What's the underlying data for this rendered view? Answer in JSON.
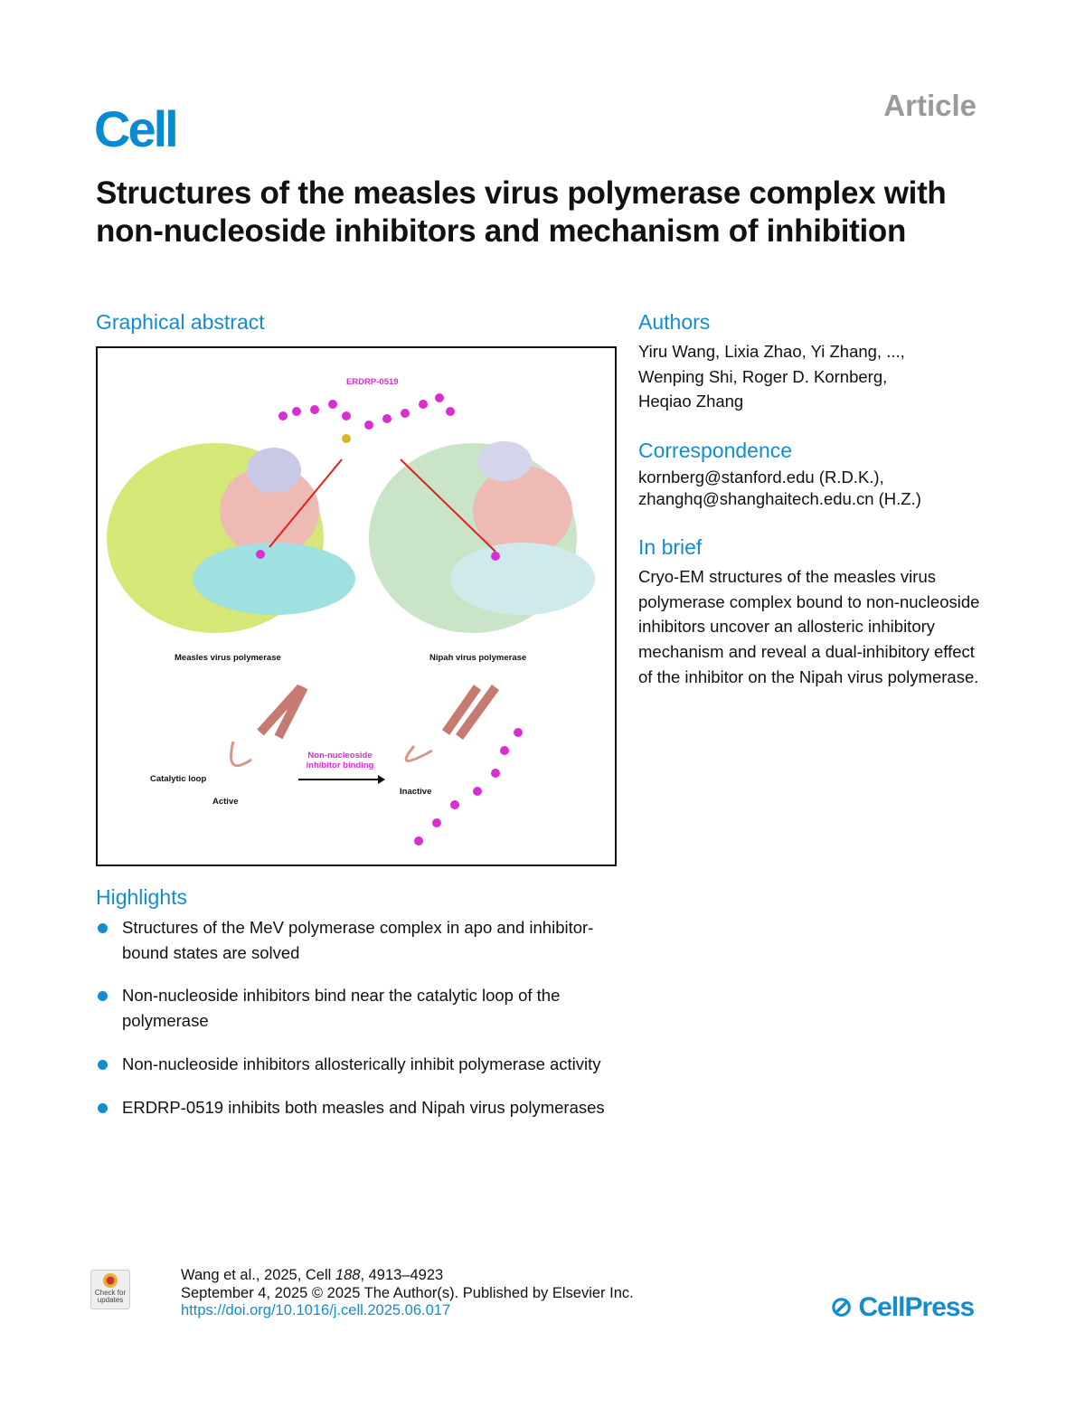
{
  "journal": "Cell",
  "article_type": "Article",
  "title": "Structures of the measles virus polymerase complex with non-nucleoside inhibitors and mechanism of inhibition",
  "graphical_abstract": {
    "heading": "Graphical abstract",
    "compound": "ERDRP-0519",
    "left_label": "Measles virus polymerase",
    "right_label": "Nipah virus polymerase",
    "loop_label": "Catalytic loop",
    "active": "Active",
    "inactive": "Inactive",
    "arrow_label_1": "Non-nucleoside",
    "arrow_label_2": "inhibitor binding"
  },
  "authors": {
    "heading": "Authors",
    "lines": [
      "Yiru Wang, Lixia Zhao, Yi Zhang, ...,",
      "Wenping Shi, Roger D. Kornberg,",
      "Heqiao Zhang"
    ]
  },
  "correspondence": {
    "heading": "Correspondence",
    "lines": [
      "kornberg@stanford.edu (R.D.K.),",
      "zhanghq@shanghaitech.edu.cn (H.Z.)"
    ]
  },
  "in_brief": {
    "heading": "In brief",
    "text": "Cryo-EM structures of the measles virus polymerase complex bound to non-nucleoside inhibitors uncover an allosteric inhibitory mechanism and reveal a dual-inhibitory effect of the inhibitor on the Nipah virus polymerase."
  },
  "highlights": {
    "heading": "Highlights",
    "items": [
      "Structures of the MeV polymerase complex in apo and inhibitor-bound states are solved",
      "Non-nucleoside inhibitors bind near the catalytic loop of the polymerase",
      "Non-nucleoside inhibitors allosterically inhibit polymerase activity",
      "ERDRP-0519 inhibits both measles and Nipah virus polymerases"
    ]
  },
  "footer": {
    "citation_prefix": "Wang et al., 2025, Cell ",
    "volume": "188",
    "pages": ", 4913–4923",
    "date_line": "September 4, 2025 © 2025 The Author(s). Published by Elsevier Inc.",
    "doi": "https://doi.org/10.1016/j.cell.2025.06.017",
    "check_updates": "Check for updates",
    "publisher": "CellPress"
  },
  "colors": {
    "accent": "#138dcf",
    "magenta": "#d92ed2"
  }
}
